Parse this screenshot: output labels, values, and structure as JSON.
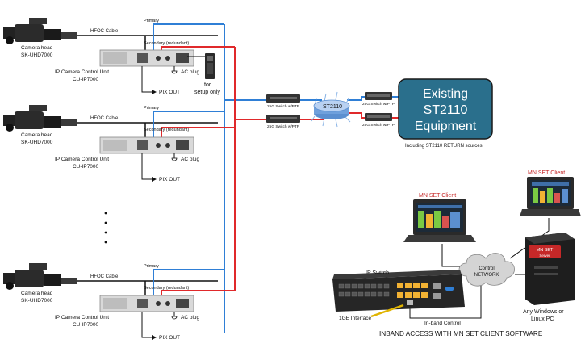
{
  "camera_groups": [
    {
      "camera_label": "Camera head",
      "camera_model": "SK-UHD7000",
      "cable_label": "HFOC Cable",
      "primary_label": "Primary",
      "secondary_label": "Secondary (redundant)",
      "ccu_label": "IP Camera Control Unit",
      "ccu_model": "CU-IP7000",
      "ac_plug_label": "AC plug",
      "pix_out_label": "PIX OUT"
    },
    {
      "camera_label": "Camera head",
      "camera_model": "SK-UHD7000",
      "cable_label": "HFOC Cable",
      "primary_label": "Primary",
      "secondary_label": "Secondary (redundant)",
      "ccu_label": "IP Camera Control Unit",
      "ccu_model": "CU-IP7000",
      "ac_plug_label": "AC plug",
      "pix_out_label": "PIX OUT"
    },
    {
      "camera_label": "Camera head",
      "camera_model": "SK-UHD7000",
      "cable_label": "HFOC Cable",
      "primary_label": "Primary",
      "secondary_label": "Secondary (redundant)",
      "ccu_label": "IP Camera Control Unit",
      "ccu_model": "CU-IP7000",
      "ac_plug_label": "AC plug",
      "pix_out_label": "PIX OUT"
    }
  ],
  "setup_label_line1": "for",
  "setup_label_line2": "setup only",
  "switch_label": "25G Switch w/PTP",
  "st2110_label": "ST2110",
  "existing_box": {
    "line1": "Existing",
    "line2": "ST2110",
    "line3": "Equipment",
    "caption": "Including ST2110 RETURN sources"
  },
  "mn_set_client_label": "MN SET Client",
  "control_network_line1": "Control",
  "control_network_line2": "NETWORK",
  "mn_set_server_line1": "MN SET",
  "mn_set_server_line2": "Server",
  "server_caption_line1": "Any Windows or",
  "server_caption_line2": "Linux PC",
  "ip_switch_label": "IP Switch",
  "interface_label": "1GE Interface",
  "inband_label": "In-band Control",
  "bottom_caption": "INBAND ACCESS WITH MN SET CLIENT SOFTWARE",
  "colors": {
    "primary_line": "#2f7fd6",
    "secondary_line": "#e0292b",
    "existing_box_fill": "#2a6f8c",
    "client_label": "#c62828"
  }
}
